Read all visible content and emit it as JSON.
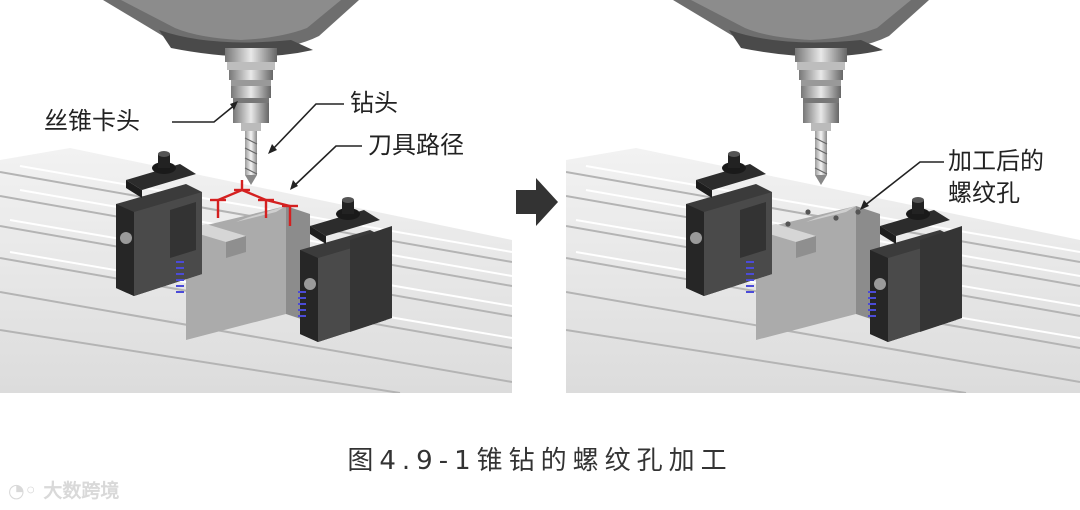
{
  "left_panel": {
    "label_chuck": "丝锥卡头",
    "label_drill": "钻头",
    "label_toolpath": "刀具路径"
  },
  "right_panel": {
    "label_hole_line1": "加工后的",
    "label_hole_line2": "螺纹孔"
  },
  "caption": "图4.9-1锥钻的螺纹孔加工",
  "watermark": "大数跨境",
  "colors": {
    "toolpath": "#d42020",
    "arrow": "#333333",
    "table": "#e8e8e8",
    "part": "#b9b9b9",
    "clamp": "#3a3a3a"
  }
}
